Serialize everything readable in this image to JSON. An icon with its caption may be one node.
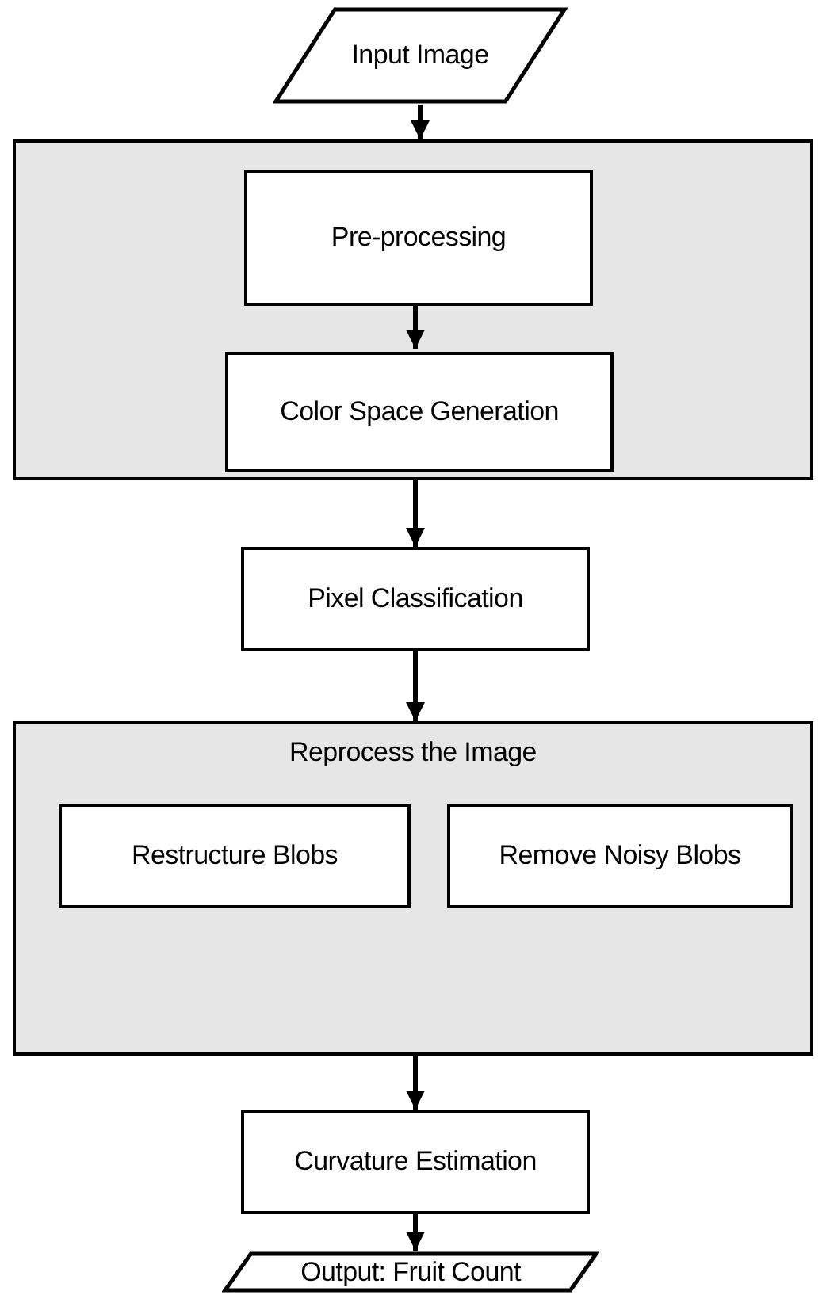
{
  "diagram": {
    "nodes": [
      {
        "text": [
          "Input Image"
        ]
      },
      {
        "text": [],
        "shape": "box"
      },
      {
        "text": [
          "Pre-processing"
        ],
        "in": 1
      },
      {
        "text": [
          "Color Space Generation"
        ],
        "in": 1
      },
      {
        "text": [
          "Pixel Classification"
        ]
      },
      {
        "text": [
          "Reprocess the Image"
        ]
      },
      {
        "text": [
          "Restructure Blobs"
        ],
        "in": 5
      },
      {
        "text": [
          "Remove Noisy Blobs"
        ],
        "in": 5
      },
      {
        "text": [
          "Curvature Estimation"
        ]
      },
      {
        "text": [
          "Output: Fruit Count"
        ]
      }
    ],
    "edges": [
      {
        "from": 0,
        "to": 1,
        "arrow": "to"
      },
      {
        "from": 2,
        "to": 3,
        "arrow": "to"
      },
      {
        "from": 1,
        "to": 4,
        "arrow": "to"
      },
      {
        "from": 4,
        "to": 5,
        "arrow": "to"
      },
      {
        "from": 5,
        "to": 8,
        "arrow": "to"
      },
      {
        "from": 8,
        "to": 9,
        "arrow": "to"
      }
    ]
  }
}
